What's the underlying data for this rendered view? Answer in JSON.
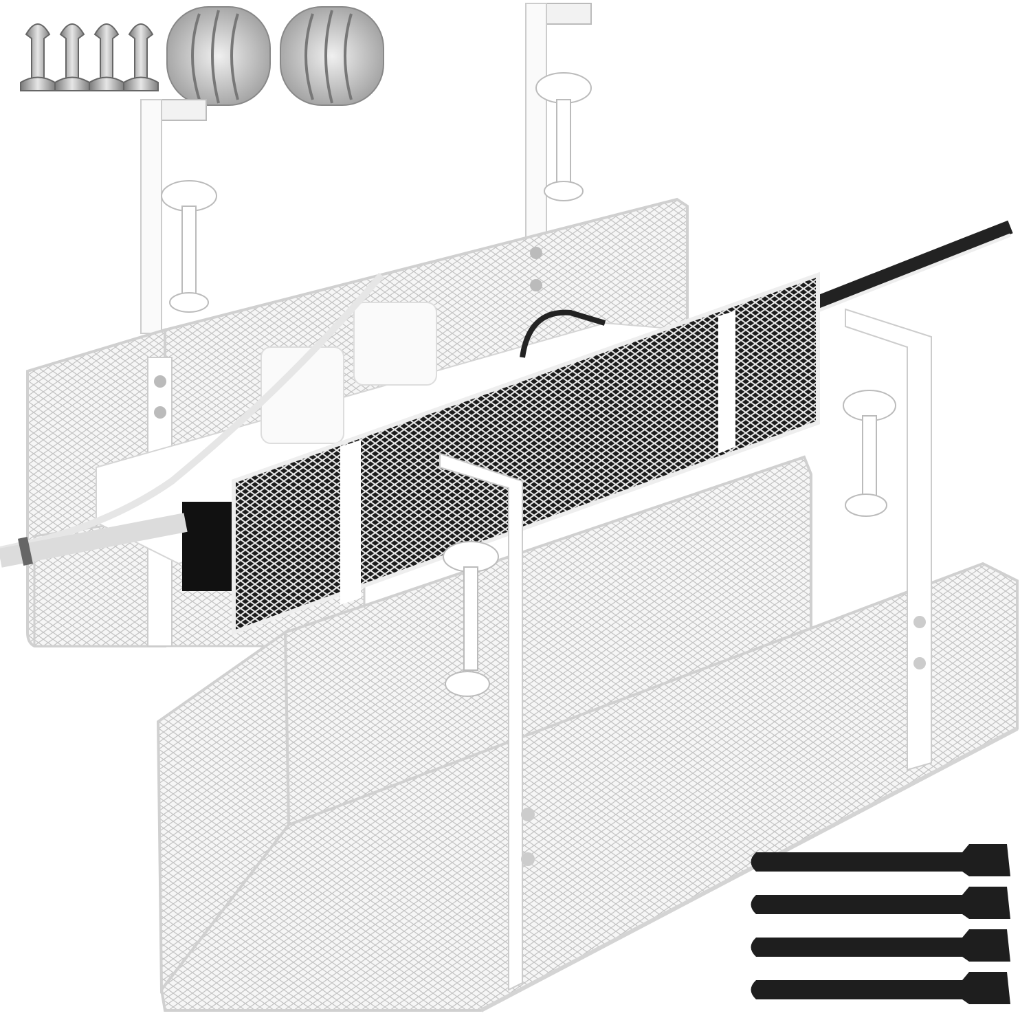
{
  "product": {
    "trays_count": 2,
    "screws_count": 4,
    "cable_clips_count": 2,
    "straps_count": 4,
    "icons": [
      "screw-icon",
      "cable-clip-icon",
      "velcro-strap-icon",
      "power-strip-icon"
    ]
  },
  "colors": {
    "background": "#ffffff",
    "tray": "#f4f4f4",
    "mesh_line": "#c9c9c9",
    "outline": "#d0d0d0",
    "strap": "#1e1e1e",
    "cable_black": "#222222",
    "metal": "#a8a8a8"
  }
}
